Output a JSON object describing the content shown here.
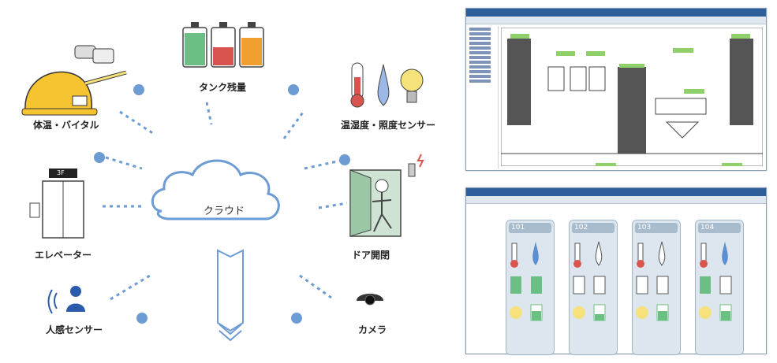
{
  "diagram": {
    "center": "クラウド",
    "nodes": [
      {
        "id": "vital",
        "label": "体温・バイタル"
      },
      {
        "id": "tank",
        "label": "タンク残量"
      },
      {
        "id": "temp",
        "label": "温湿度・照度センサー"
      },
      {
        "id": "elevator",
        "label": "エレベーター",
        "floor_tag": "3F"
      },
      {
        "id": "door",
        "label": "ドア開閉"
      },
      {
        "id": "human",
        "label": "人感センサー"
      },
      {
        "id": "camera",
        "label": "カメラ"
      }
    ]
  },
  "screens": {
    "monitor_rooms": [
      "101",
      "102",
      "103",
      "104"
    ]
  },
  "colors": {
    "accent": "#5b8fd0",
    "tank_green": "#6cbf84",
    "tank_red": "#d9534f",
    "tank_orange": "#f0a030",
    "bulb": "#f5e27a"
  }
}
